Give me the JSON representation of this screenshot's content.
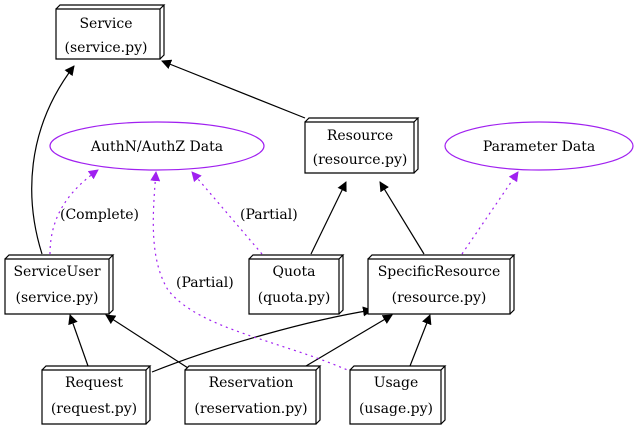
{
  "nodes": {
    "service": {
      "line1": "Service",
      "line2": "(service.py)"
    },
    "resource": {
      "line1": "Resource",
      "line2": "(resource.py)"
    },
    "service_user": {
      "line1": "ServiceUser",
      "line2": "(service.py)"
    },
    "quota": {
      "line1": "Quota",
      "line2": "(quota.py)"
    },
    "specific_resource": {
      "line1": "SpecificResource",
      "line2": "(resource.py)"
    },
    "request": {
      "line1": "Request",
      "line2": "(request.py)"
    },
    "reservation": {
      "line1": "Reservation",
      "line2": "(reservation.py)"
    },
    "usage": {
      "line1": "Usage",
      "line2": "(usage.py)"
    },
    "authn_data": {
      "label": "AuthN/AuthZ Data"
    },
    "parameter_data": {
      "label": "Parameter Data"
    }
  },
  "edge_labels": {
    "complete": "(Complete)",
    "partial_quota": "(Partial)",
    "partial_usage": "(Partial)"
  },
  "colors": {
    "box_stroke": "#000000",
    "data_stroke": "#a020f0",
    "solid_edge": "#000000",
    "dotted_edge": "#a020f0"
  }
}
